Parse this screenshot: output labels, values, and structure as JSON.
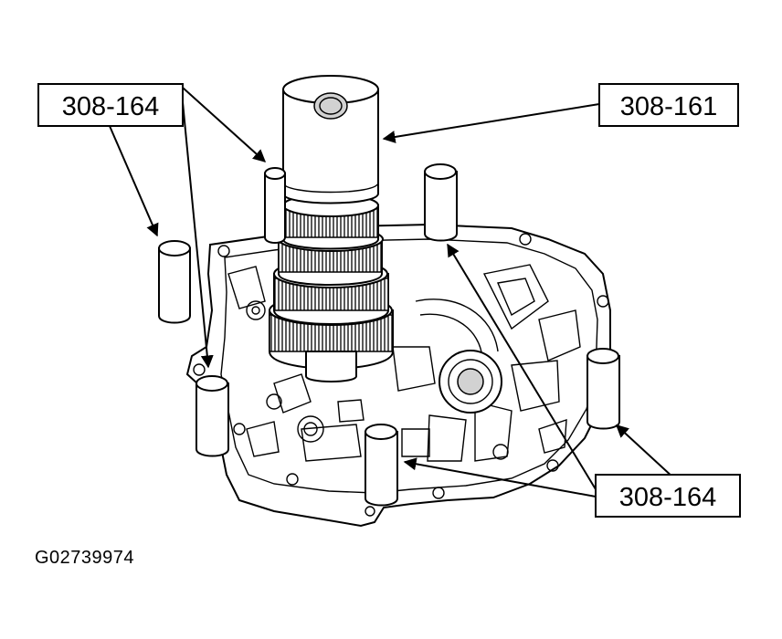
{
  "callouts": {
    "top_left": "308-164",
    "top_right": "308-161",
    "bottom_right": "308-164"
  },
  "figure_id": "G02739974"
}
